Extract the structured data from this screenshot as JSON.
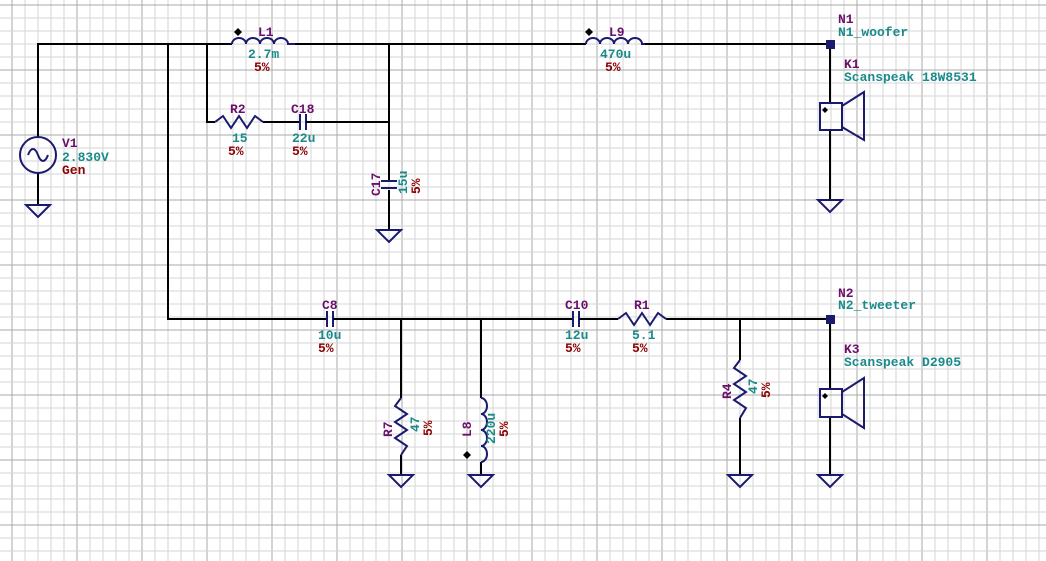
{
  "colors": {
    "background": "#ffffff",
    "grid_minor": "#d6d6d6",
    "grid_major": "#a8a8a8",
    "wire": "#000000",
    "symbol": "#1a1a6e",
    "name": "#6b0f6b",
    "value": "#1a8a8a",
    "tolerance": "#8b0000",
    "node": "#6b0f6b"
  },
  "components": {
    "V1": {
      "name": "V1",
      "value": "2.830V",
      "label": "Gen"
    },
    "L1": {
      "name": "L1",
      "value": "2.7m",
      "tol": "5%"
    },
    "L9": {
      "name": "L9",
      "value": "470u",
      "tol": "5%"
    },
    "R2": {
      "name": "R2",
      "value": "15",
      "tol": "5%"
    },
    "C18": {
      "name": "C18",
      "value": "22u",
      "tol": "5%"
    },
    "C17": {
      "name": "C17",
      "value": "15u",
      "tol": "5%"
    },
    "C8": {
      "name": "C8",
      "value": "10u",
      "tol": "5%"
    },
    "C10": {
      "name": "C10",
      "value": "12u",
      "tol": "5%"
    },
    "R1": {
      "name": "R1",
      "value": "5.1",
      "tol": "5%"
    },
    "R7": {
      "name": "R7",
      "value": "47",
      "tol": "5%"
    },
    "L8": {
      "name": "L8",
      "value": "220u",
      "tol": "5%"
    },
    "R4": {
      "name": "R4",
      "value": "47",
      "tol": "5%"
    },
    "K1": {
      "name": "K1",
      "model": "Scanspeak 18W8531"
    },
    "K3": {
      "name": "K3",
      "model": "Scanspeak D2905"
    }
  },
  "nodes": {
    "N1": {
      "id": "N1",
      "label": "N1_woofer"
    },
    "N2": {
      "id": "N2",
      "label": "N2_tweeter"
    }
  }
}
